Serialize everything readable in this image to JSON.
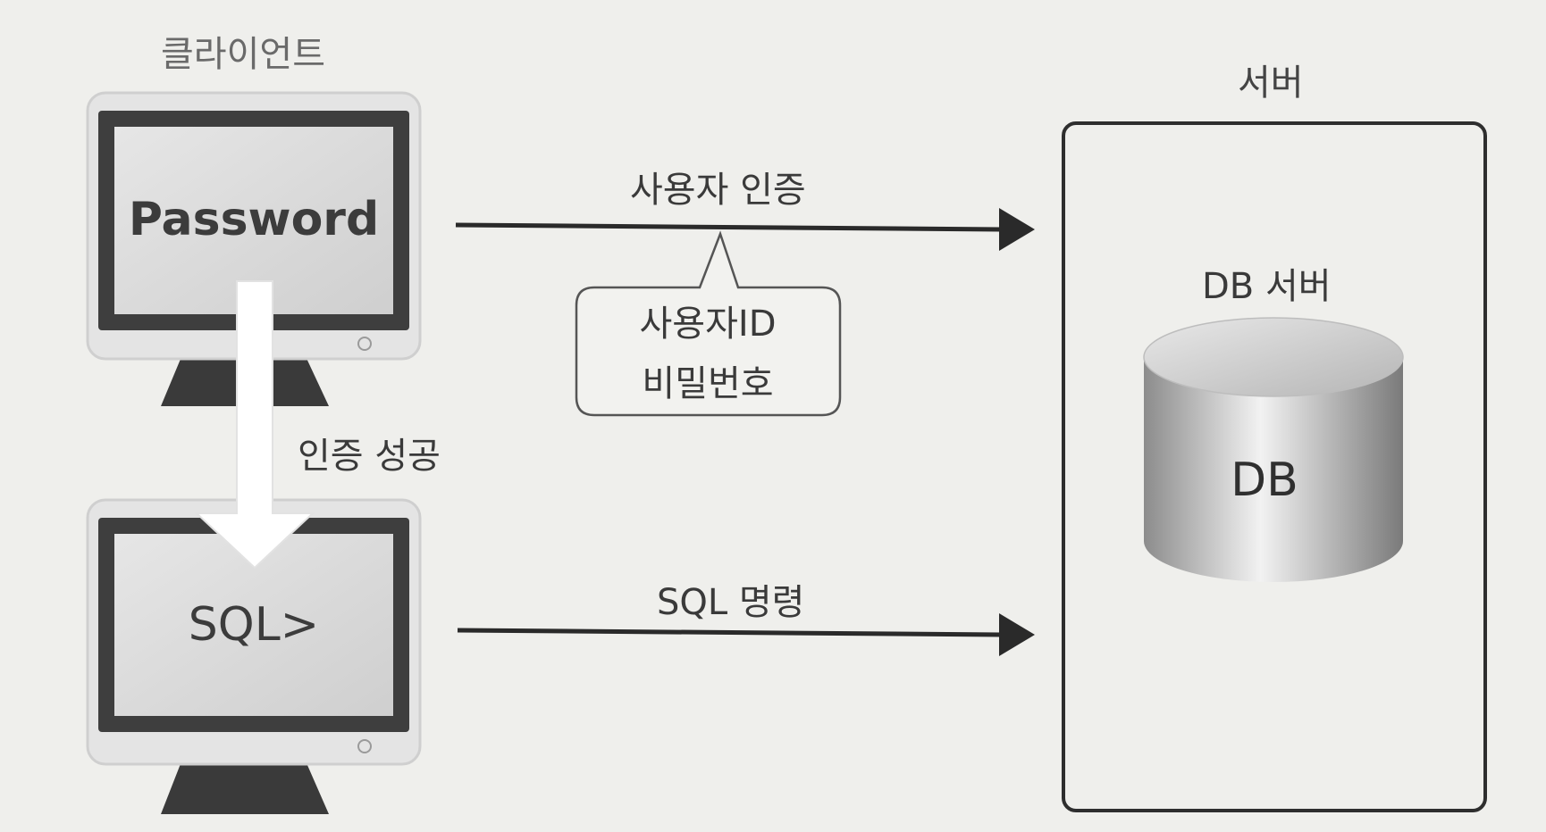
{
  "client": {
    "title": "클라이언트",
    "top_monitor_text": "Password",
    "bottom_monitor_text": "SQL>"
  },
  "server": {
    "title": "서버",
    "db_server_label": "DB 서버",
    "db_label": "DB"
  },
  "flows": {
    "auth_label": "사용자 인증",
    "auth_success_label": "인증 성공",
    "sql_command_label": "SQL 명령"
  },
  "callout": {
    "line1": "사용자ID",
    "line2": "비밀번호"
  },
  "colors": {
    "background": "#efefec",
    "monitor_frame": "#e4e4e4",
    "monitor_bezel": "#3e3e3e",
    "screen": "#d9d9d9",
    "arrow": "#2a2a2a"
  }
}
